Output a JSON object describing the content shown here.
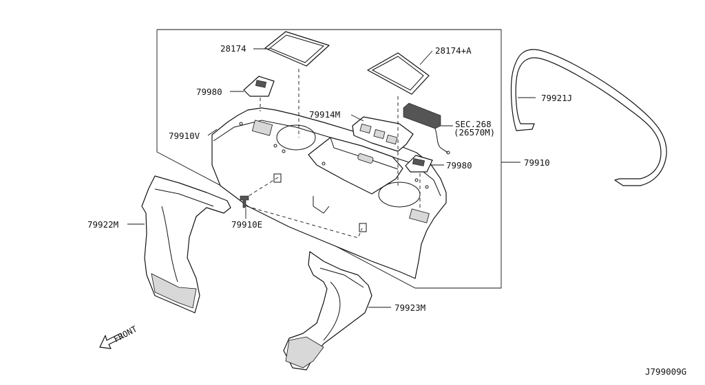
{
  "labels": {
    "grommet_l": "28174",
    "grommet_r": "28174+A",
    "cover_l": "79980",
    "cover_r": "79980",
    "bracket": "79914M",
    "sec_ref": "SEC.268",
    "sec_sub": "(26570M)",
    "shelf_v": "79910V",
    "shelf": "79910",
    "weatherstrip": "79921J",
    "side_l": "79922M",
    "clip": "79910E",
    "side_r": "79923M",
    "front": "FRONT",
    "diagram_code": "J799009G"
  }
}
